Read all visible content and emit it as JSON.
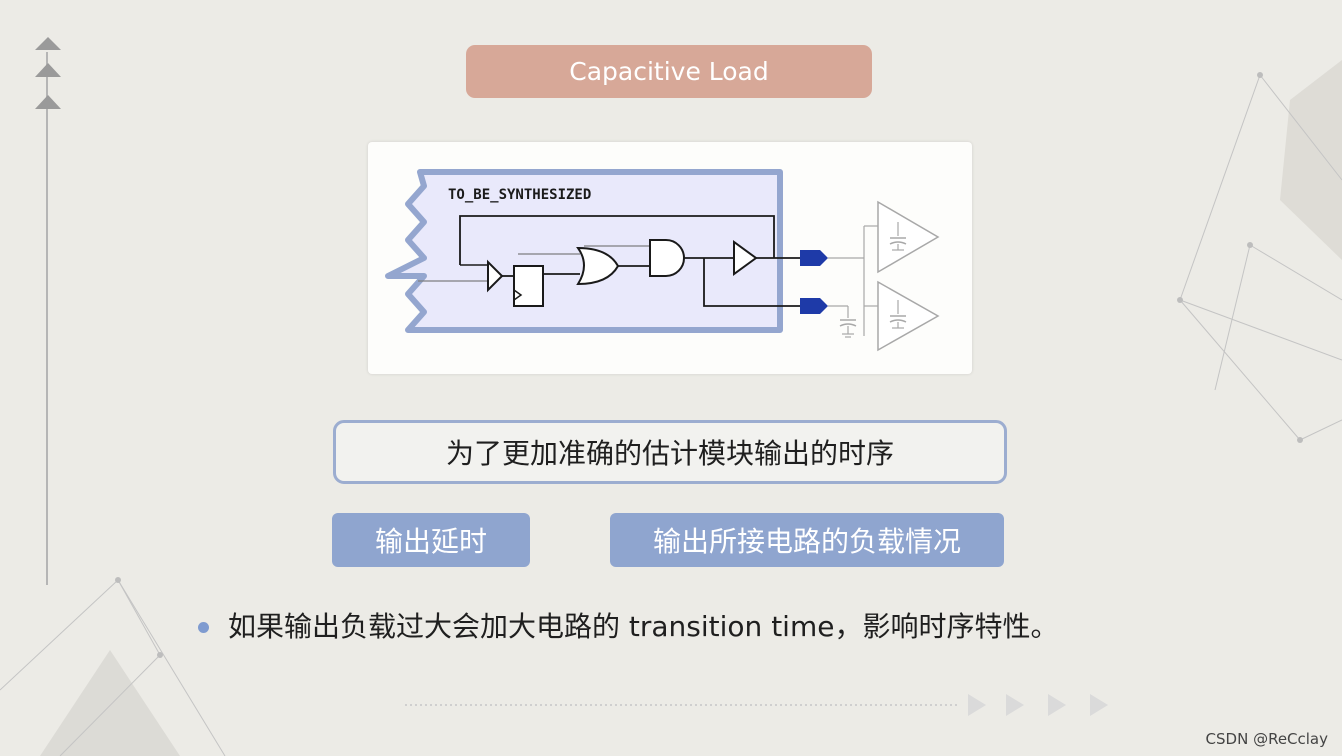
{
  "slide": {
    "title": "Capacitive Load",
    "heading": "为了更加准确的估计模块输出的时序",
    "tags": [
      "输出延时",
      "输出所接电路的负载情况"
    ],
    "bullet": "如果输出负载过大会加大电路的 transition time，影响时序特性。"
  },
  "diagram": {
    "block_label": "TO_BE_SYNTHESIZED"
  },
  "watermark": "CSDN @ReCclay",
  "colors": {
    "title_bg": "#d7a898",
    "block_fill": "#e9e9fb",
    "block_border": "#94a6cf",
    "port": "#1e3aa8",
    "tag_bg": "#8fa5cf",
    "heading_border": "#9cadd0"
  }
}
